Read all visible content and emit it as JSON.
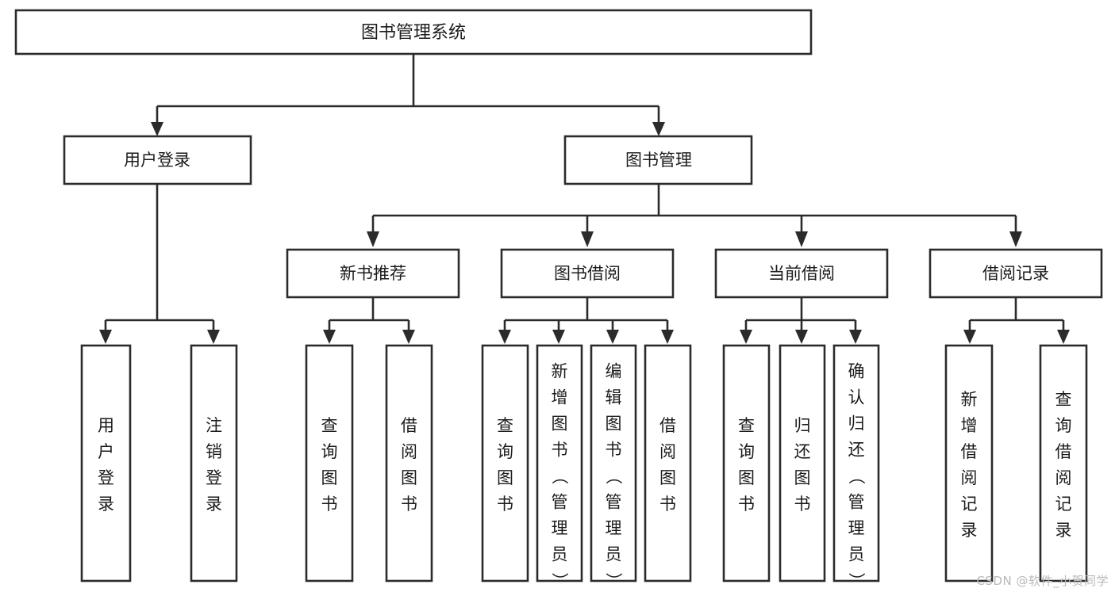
{
  "diagram": {
    "title": "图书管理系统",
    "type": "hierarchy-tree",
    "watermark": "CSDN @软件_小贺同学",
    "colors": {
      "stroke": "#2b2b2b",
      "fill": "#ffffff",
      "text": "#1b1b1b",
      "watermark": "#b9b9b9"
    },
    "levels": {
      "root": {
        "label": "图书管理系统"
      },
      "level2": [
        {
          "label": "用户登录"
        },
        {
          "label": "图书管理"
        }
      ],
      "level3": [
        {
          "label": "新书推荐"
        },
        {
          "label": "图书借阅"
        },
        {
          "label": "当前借阅"
        },
        {
          "label": "借阅记录"
        }
      ],
      "leaves": [
        {
          "label": "用户登录",
          "parent": "用户登录"
        },
        {
          "label": "注销登录",
          "parent": "用户登录"
        },
        {
          "label": "查询图书",
          "parent": "新书推荐"
        },
        {
          "label": "借阅图书",
          "parent": "新书推荐"
        },
        {
          "label": "查询图书",
          "parent": "图书借阅"
        },
        {
          "label": "新增图书（管理员）",
          "parent": "图书借阅"
        },
        {
          "label": "编辑图书（管理员）",
          "parent": "图书借阅"
        },
        {
          "label": "借阅图书",
          "parent": "图书借阅"
        },
        {
          "label": "查询图书",
          "parent": "当前借阅"
        },
        {
          "label": "归还图书",
          "parent": "当前借阅"
        },
        {
          "label": "确认归还（管理员）",
          "parent": "当前借阅"
        },
        {
          "label": "新增借阅记录",
          "parent": "借阅记录"
        },
        {
          "label": "查询借阅记录",
          "parent": "借阅记录"
        }
      ]
    }
  },
  "nodes": {
    "root": "图书管理系统",
    "l2_0": "用户登录",
    "l2_1": "图书管理",
    "l3_0": "新书推荐",
    "l3_1": "图书借阅",
    "l3_2": "当前借阅",
    "l3_3": "借阅记录",
    "leaf_0": "用户登录",
    "leaf_1": "注销登录",
    "leaf_2": "查询图书",
    "leaf_3": "借阅图书",
    "leaf_4": "查询图书",
    "leaf_5": "新增图书（管理员）",
    "leaf_6": "编辑图书（管理员）",
    "leaf_7": "借阅图书",
    "leaf_8": "查询图书",
    "leaf_9": "归还图书",
    "leaf_10": "确认归还（管理员）",
    "leaf_11": "新增借阅记录",
    "leaf_12": "查询借阅记录"
  },
  "footer": {
    "watermark": "CSDN @软件_小贺同学"
  }
}
